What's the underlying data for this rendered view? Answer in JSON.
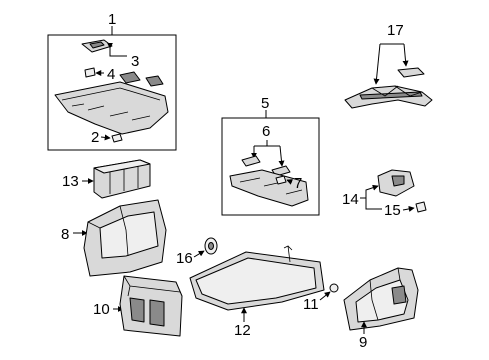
{
  "callouts": {
    "c1": "1",
    "c2": "2",
    "c3": "3",
    "c4": "4",
    "c5": "5",
    "c6": "6",
    "c7": "7",
    "c8": "8",
    "c9": "9",
    "c10": "10",
    "c11": "11",
    "c12": "12",
    "c13": "13",
    "c14": "14",
    "c15": "15",
    "c16": "16",
    "c17": "17"
  }
}
